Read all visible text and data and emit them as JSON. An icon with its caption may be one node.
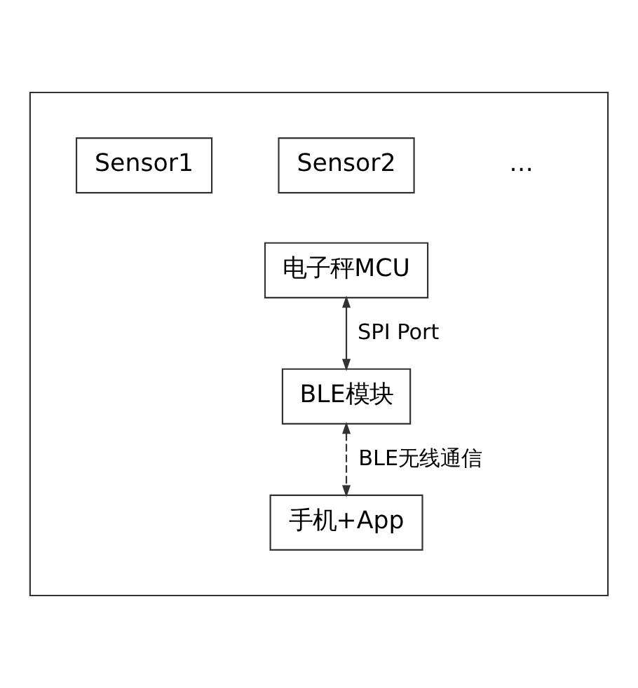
{
  "diagram": {
    "nodes": [
      {
        "text": [],
        "shape": "box"
      },
      {
        "text": [
          "Sensor1"
        ],
        "in": 0
      },
      {
        "text": [
          "Sensor2"
        ],
        "in": 0
      },
      {
        "text": [
          "电子秤MCU"
        ],
        "in": 0
      },
      {
        "text": [
          "BLE模块"
        ],
        "in": 0
      },
      {
        "text": [
          "手机+App"
        ],
        "in": 0
      }
    ],
    "edges": [
      {
        "from": 3,
        "to": 4,
        "arrow": "both",
        "label": "SPI Port"
      },
      {
        "from": 4,
        "to": 5,
        "arrow": "both",
        "label": "BLE无线通信",
        "style": "dashed"
      }
    ],
    "labels": [
      "…"
    ]
  }
}
